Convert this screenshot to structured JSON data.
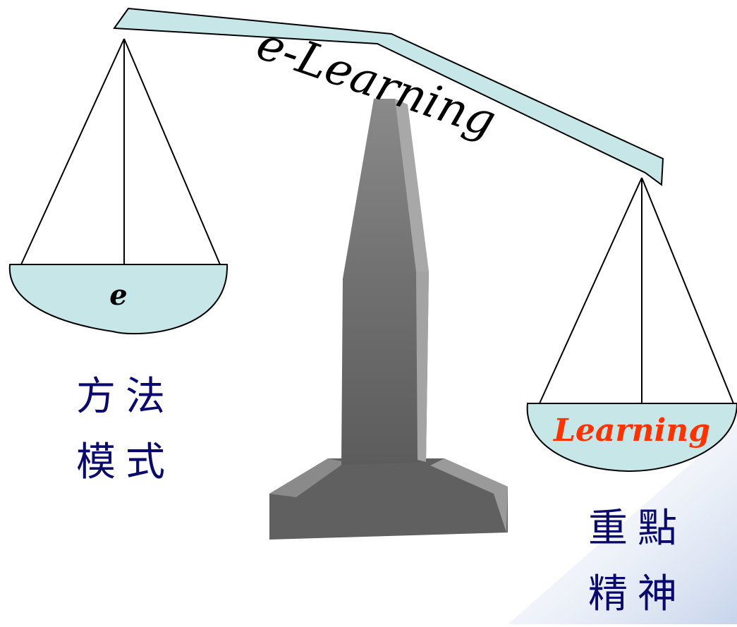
{
  "beam": {
    "label": "e-Learning",
    "fill_color": "#c6e6e8"
  },
  "left_pan": {
    "label": "e",
    "label_color": "#000000",
    "fill_color": "#c6e6e8",
    "captions": [
      "方法",
      "模式"
    ]
  },
  "right_pan": {
    "label": "Learning",
    "label_color": "#ff3300",
    "fill_color": "#c6e6e8",
    "captions": [
      "重點",
      "精神"
    ]
  },
  "caption_color": "#0a0a6e"
}
